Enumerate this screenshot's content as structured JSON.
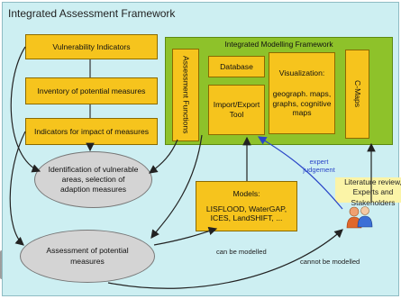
{
  "title": "Integrated Assessment Framework",
  "left_boxes": [
    "Vulnerability Indicators",
    "Inventory of potential measures",
    "Indicators for impact of measures"
  ],
  "modelling": {
    "title": "Integrated Modelling Framework",
    "assessment_functions": "Assessment Functions",
    "database": "Database",
    "import_export": "Import/Export Tool",
    "visualization_title": "Visualization:",
    "visualization_body": "geograph. maps, graphs, cognitive maps",
    "cmaps": "C-Maps"
  },
  "identification": "Identification of vulnerable areas, selection of adaption measures",
  "assessment": "Assessment of potential measures",
  "models_title": "Models:",
  "models_body": "LISFLOOD, WaterGAP, ICES, LandSHIFT, ...",
  "literature": "Literature review, Experts and Stakeholders",
  "labels": {
    "expert_judgement": "expert judgement",
    "can_be_modelled": "can be modelled",
    "cannot_be_modelled": "cannot be modelled"
  },
  "colors": {
    "background": "#cdeff2",
    "box": "#f6c41d",
    "framework": "#8ec22a",
    "ellipse": "#d4d4d4",
    "note": "#fbf4a7",
    "arrow_blue": "#2a46c8"
  },
  "icons": [
    "people-icon"
  ]
}
